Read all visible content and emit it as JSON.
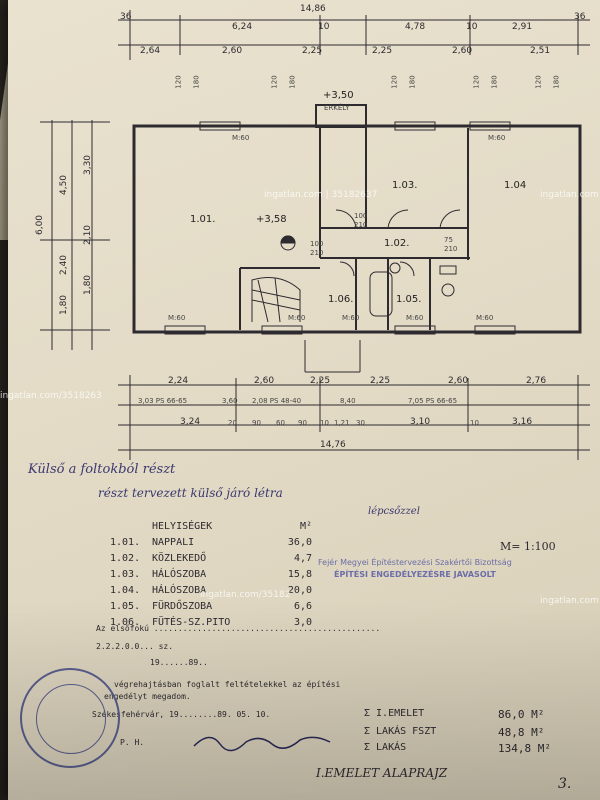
{
  "top_dimensions": {
    "row1": [
      "36",
      "14,86",
      "6,24",
      "10",
      "4,78",
      "10",
      "2,91",
      "36"
    ],
    "row2": [
      "2,64",
      "2,60",
      "2,25",
      "2,25",
      "2,60",
      "2,51"
    ],
    "heights": [
      "120",
      "180",
      "120",
      "180",
      "120",
      "180",
      "120",
      "180",
      "120",
      "180"
    ]
  },
  "left_dimensions": [
    "6,00",
    "4,50",
    "3,30",
    "2,10",
    "2,40",
    "1,80",
    "1,80"
  ],
  "rooms": {
    "r101": "1.01.",
    "r103": "1.03.",
    "r104": "1.04",
    "r102": "1.02.",
    "r106": "1.06.",
    "r105": "1.05.",
    "erkely": "ERKÉLY",
    "level_top": "+3,50",
    "level_main": "+3,58",
    "windows": [
      "M:60",
      "M:60",
      "M:60",
      "M:60",
      "M:60",
      "M:60",
      "M:60"
    ],
    "door_sizes": [
      "100",
      "210",
      "100",
      "210",
      "75",
      "210"
    ]
  },
  "bottom_dimensions": {
    "row1": [
      "2,24",
      "2,60",
      "2,25",
      "2,25",
      "2,60",
      "2,76"
    ],
    "row2": [
      "3,03 PS 66-65",
      "3,60",
      "2,08 PS 48-40",
      "8,40",
      "7,05 PS 66-65"
    ],
    "row3": [
      "3,24",
      "20",
      "90",
      "60",
      "90",
      "10",
      "1,21",
      "30",
      "3,10",
      "10",
      "3,16"
    ],
    "total": "14,76"
  },
  "handwriting": {
    "line1": "Külső  a foltokból  részt",
    "line2": "részt tervezett  külső járó  létra",
    "line3": "lépcsőzzel",
    "line4": "M= 1:100"
  },
  "legend": {
    "header": "HELYISÉGEK",
    "unit": "M²",
    "rows": [
      {
        "code": "1.01.",
        "name": "NAPPALI",
        "area": "36,0"
      },
      {
        "code": "1.02.",
        "name": "KÖZLEKEDŐ",
        "area": "4,7"
      },
      {
        "code": "1.03.",
        "name": "HÁLÓSZOBA",
        "area": "15,8"
      },
      {
        "code": "1.04.",
        "name": "HÁLÓSZOBA",
        "area": "20,0"
      },
      {
        "code": "1.05.",
        "name": "FÜRDŐSZOBA",
        "area": "6,6"
      },
      {
        "code": "1.06.",
        "name": "FÜTÉS-SZ.PITO",
        "area": "3,0"
      }
    ]
  },
  "stamp": {
    "line1": "Fejér Megyei Építéstervezési Szakértői Bizottság",
    "line2": "ÉPÍTÉSI ENGEDÉLYEZÉSRE JAVASOLT"
  },
  "approval": {
    "line1": "Az elsőfokú ...............................................",
    "number": "2.2.2.0.0...  sz.",
    "year": "19......89..",
    "line2": "végrehajtásban foglalt feltételekkel az építési",
    "line3": "engedélyt megadom.",
    "place": "Székesfehérvár, 19........89.  05.  10.",
    "ph": "P. H."
  },
  "summary": [
    {
      "label": "Σ  I.EMELET",
      "value": "86,0 M²"
    },
    {
      "label": "Σ  LAKÁS FSZT",
      "value": "48,8 M²"
    },
    {
      "label": "Σ  LAKÁS",
      "value": "134,8 M²"
    }
  ],
  "footer": {
    "title": "I.EMELET ALAPRAJZ",
    "page": "3."
  },
  "watermarks": [
    "ingatlan.com | 35182637",
    "ingatlan.com",
    "ingatlan.com/35182",
    "ingatlan.com/3518263",
    "ingatlan.com"
  ]
}
